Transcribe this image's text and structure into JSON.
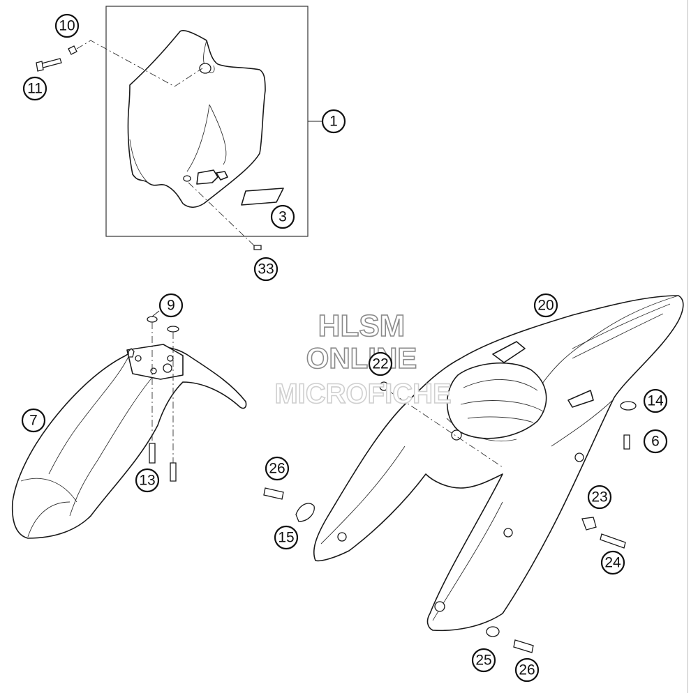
{
  "callouts": [
    {
      "id": "c1",
      "label": "1"
    },
    {
      "id": "c3",
      "label": "3"
    },
    {
      "id": "c6",
      "label": "6"
    },
    {
      "id": "c7",
      "label": "7"
    },
    {
      "id": "c9",
      "label": "9"
    },
    {
      "id": "c10",
      "label": "10"
    },
    {
      "id": "c11",
      "label": "11"
    },
    {
      "id": "c13",
      "label": "13"
    },
    {
      "id": "c14",
      "label": "14"
    },
    {
      "id": "c15",
      "label": "15"
    },
    {
      "id": "c20",
      "label": "20"
    },
    {
      "id": "c22",
      "label": "22"
    },
    {
      "id": "c23",
      "label": "23"
    },
    {
      "id": "c24",
      "label": "24"
    },
    {
      "id": "c25",
      "label": "25"
    },
    {
      "id": "c26a",
      "label": "26"
    },
    {
      "id": "c26b",
      "label": "26"
    },
    {
      "id": "c33",
      "label": "33"
    }
  ],
  "watermark": {
    "line1": "HLSM",
    "line2": "ONLINE",
    "line3": "MICROFICHE"
  }
}
